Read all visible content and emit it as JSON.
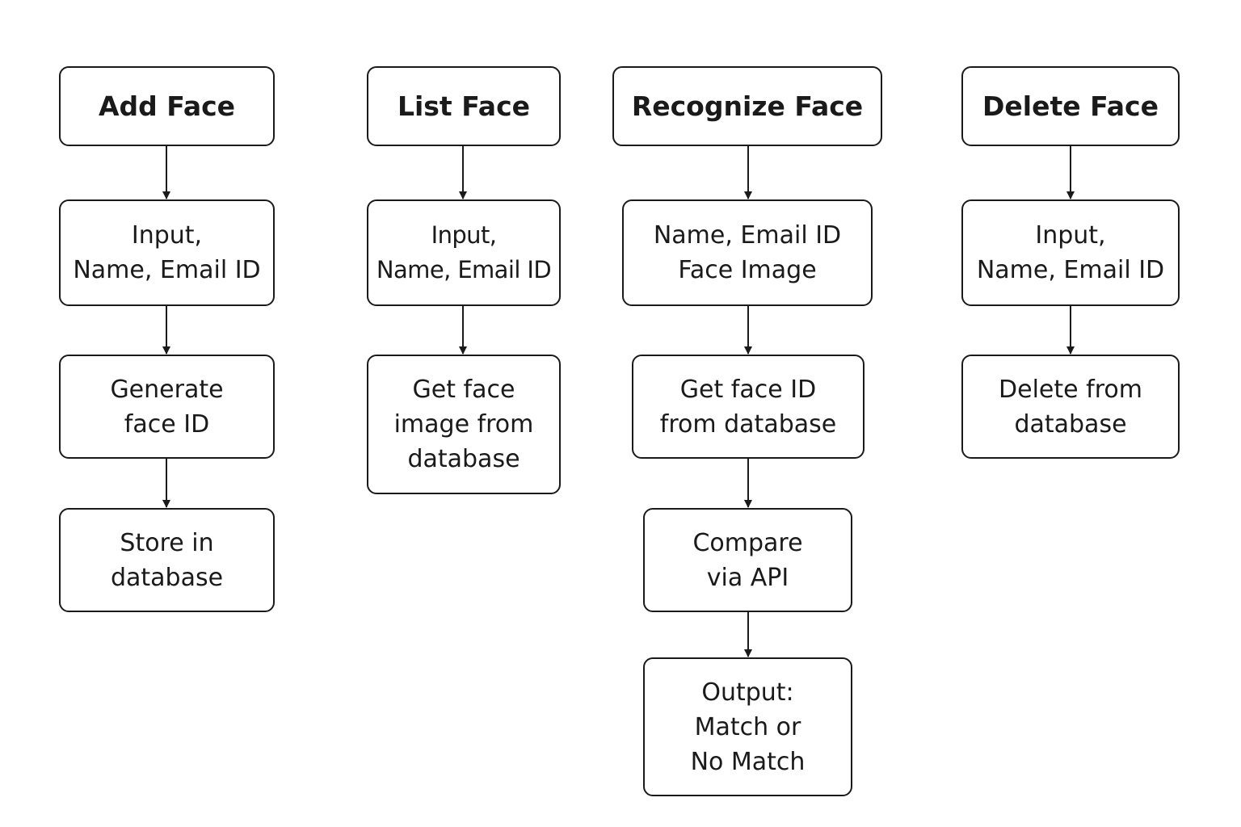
{
  "diagram": {
    "columns": [
      {
        "title": "Add Face",
        "steps": [
          "Input,\nName, Email ID",
          "Generate\nface ID",
          "Store in\ndatabase"
        ]
      },
      {
        "title": "List Face",
        "steps": [
          "Input,\nName, Email ID",
          "Get face\nimage from\ndatabase"
        ]
      },
      {
        "title": "Recognize Face",
        "steps": [
          "Name, Email ID\nFace Image",
          "Get face ID\nfrom database",
          "Compare\nvia API",
          "Output:\nMatch or\nNo Match"
        ]
      },
      {
        "title": "Delete Face",
        "steps": [
          "Input,\nName, Email ID",
          "Delete from\ndatabase"
        ]
      }
    ]
  }
}
